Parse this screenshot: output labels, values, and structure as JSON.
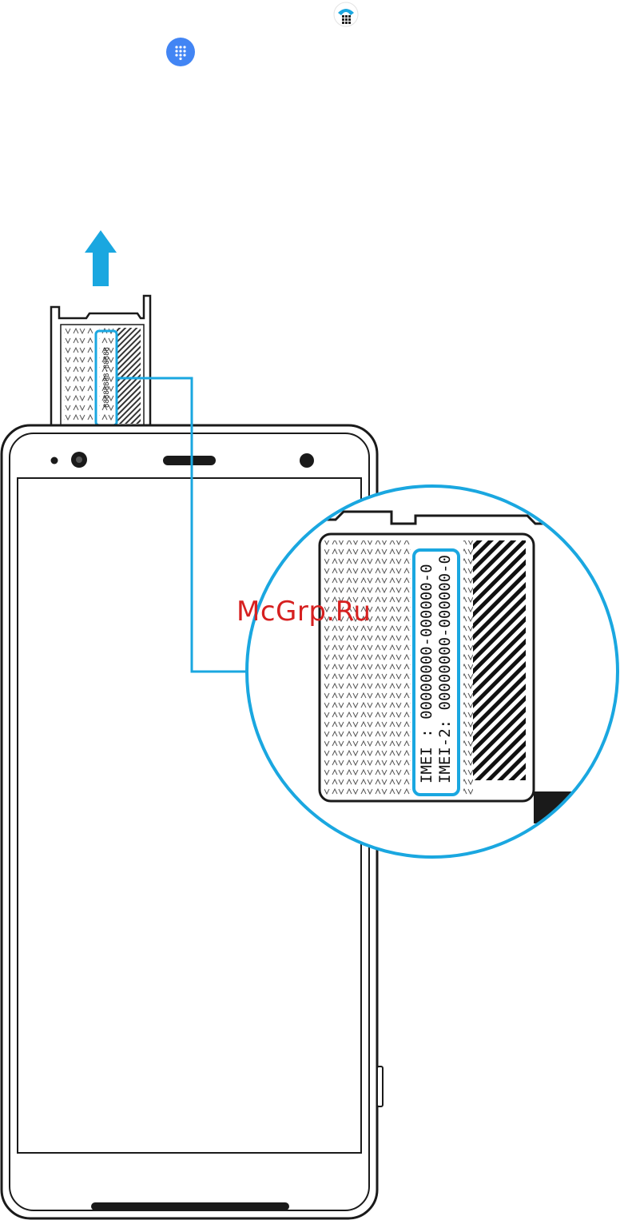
{
  "watermark": "McGrp.Ru",
  "imei_label": {
    "imei_1": "IMEI : 00000000-000000-0",
    "imei_2": "IMEI-2: 00000000-000000-0"
  },
  "tray_code": "88888888-88888",
  "icons": {
    "phone": "phone-dialpad-icon",
    "dialpad": "dialpad-icon",
    "arrow": "arrow-up-icon"
  },
  "colors": {
    "accent": "#1aa7e0",
    "dialpad_blue": "#4285f4",
    "outline": "#1a1a1a",
    "watermark": "#d62020"
  }
}
